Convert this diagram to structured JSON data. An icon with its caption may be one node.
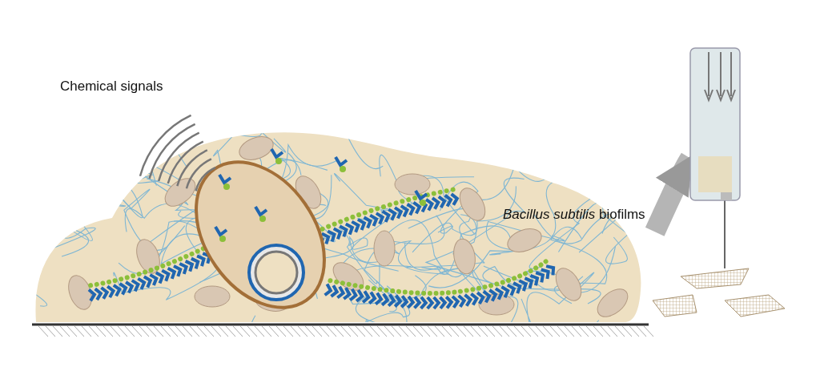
{
  "diagram": {
    "nodes": [
      {
        "text": [],
        "shape": "picture"
      },
      {
        "text": [],
        "shape": "picture"
      }
    ],
    "edges": [
      {
        "from": 0,
        "to": 1,
        "arrow": "to"
      }
    ],
    "labels": [
      "Chemical signals",
      "*Bacillus subtilis* biofilms"
    ]
  }
}
